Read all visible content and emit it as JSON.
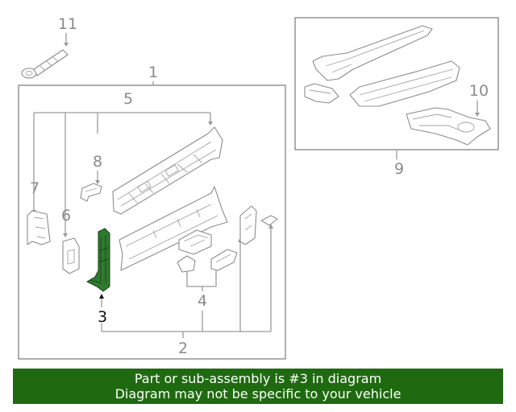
{
  "callouts": {
    "c1": "1",
    "c2": "2",
    "c3": "3",
    "c4": "4",
    "c5": "5",
    "c6": "6",
    "c7": "7",
    "c8": "8",
    "c9": "9",
    "c10": "10",
    "c11": "11"
  },
  "highlight_color": "#2f7a2f",
  "banner": {
    "line1": "Part or sub-assembly is #3 in diagram",
    "line2": "Diagram may not be specific to your vehicle",
    "background": "#1f6a10"
  }
}
